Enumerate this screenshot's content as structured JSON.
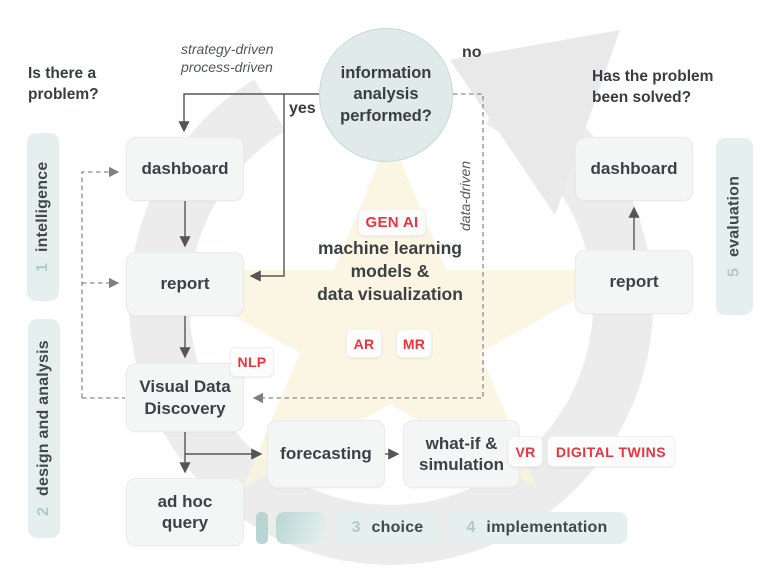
{
  "colors": {
    "tag_red": "#ea333e",
    "phase_teal_bg": "#e5f0ee",
    "circle_teal_bg": "#e0ebe9",
    "box_gray_bg": "#f4f5f5",
    "swirl_gray": "#ececec",
    "star_yellow": "#faf3de"
  },
  "questions": {
    "left": "Is there a\nproblem?",
    "right": "Has the problem\nbeen solved?"
  },
  "decision": {
    "label": "information\nanalysis\nperformed?",
    "yes": "yes",
    "no": "no"
  },
  "annotations": {
    "driven": "strategy-driven\nprocess-driven",
    "data_driven": "data-driven"
  },
  "boxes": {
    "dashboard_left": "dashboard",
    "report_left": "report",
    "visual_data_discovery": "Visual Data\nDiscovery",
    "ad_hoc_query": "ad hoc\nquery",
    "forecasting": "forecasting",
    "what_if_simulation": "what-if &\nsimulation",
    "dashboard_right": "dashboard",
    "report_right": "report"
  },
  "center": {
    "text": "machine learning\nmodels &\ndata visualization"
  },
  "tags": {
    "gen_ai": "GEN AI",
    "nlp": "NLP",
    "ar": "AR",
    "mr": "MR",
    "vr": "VR",
    "digital_twins": "DIGITAL TWINS"
  },
  "phases": [
    {
      "num": "1",
      "label": "intelligence"
    },
    {
      "num": "2",
      "label": "design and analysis"
    },
    {
      "num": "3",
      "label": "choice"
    },
    {
      "num": "4",
      "label": "implementation"
    },
    {
      "num": "5",
      "label": "evaluation"
    }
  ]
}
